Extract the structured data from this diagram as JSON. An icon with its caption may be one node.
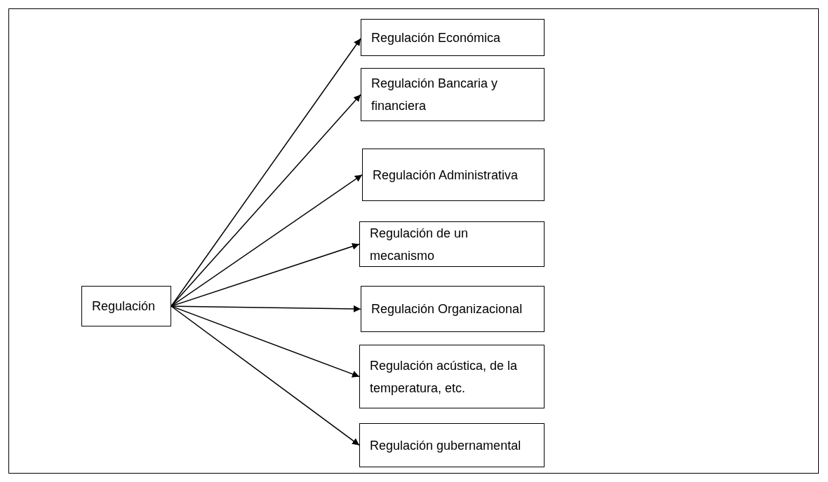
{
  "diagram": {
    "nodes": [
      {
        "text": [
          "Regulación"
        ]
      },
      {
        "text": [
          "Regulación Económica"
        ]
      },
      {
        "text": [
          "Regulación Bancaria y financiera"
        ]
      },
      {
        "text": [
          "Regulación Administrativa"
        ]
      },
      {
        "text": [
          "Regulación de un mecanismo"
        ]
      },
      {
        "text": [
          "Regulación Organizacional"
        ]
      },
      {
        "text": [
          "Regulación acústica, de la temperatura, etc."
        ]
      },
      {
        "text": [
          "Regulación gubernamental"
        ]
      }
    ],
    "edges": [
      {
        "from": 0,
        "to": 1,
        "arrow": "to"
      },
      {
        "from": 0,
        "to": 2,
        "arrow": "to"
      },
      {
        "from": 0,
        "to": 3,
        "arrow": "to"
      },
      {
        "from": 0,
        "to": 4,
        "arrow": "to"
      },
      {
        "from": 0,
        "to": 5,
        "arrow": "to"
      },
      {
        "from": 0,
        "to": 6,
        "arrow": "to"
      },
      {
        "from": 0,
        "to": 7,
        "arrow": "to"
      }
    ]
  }
}
